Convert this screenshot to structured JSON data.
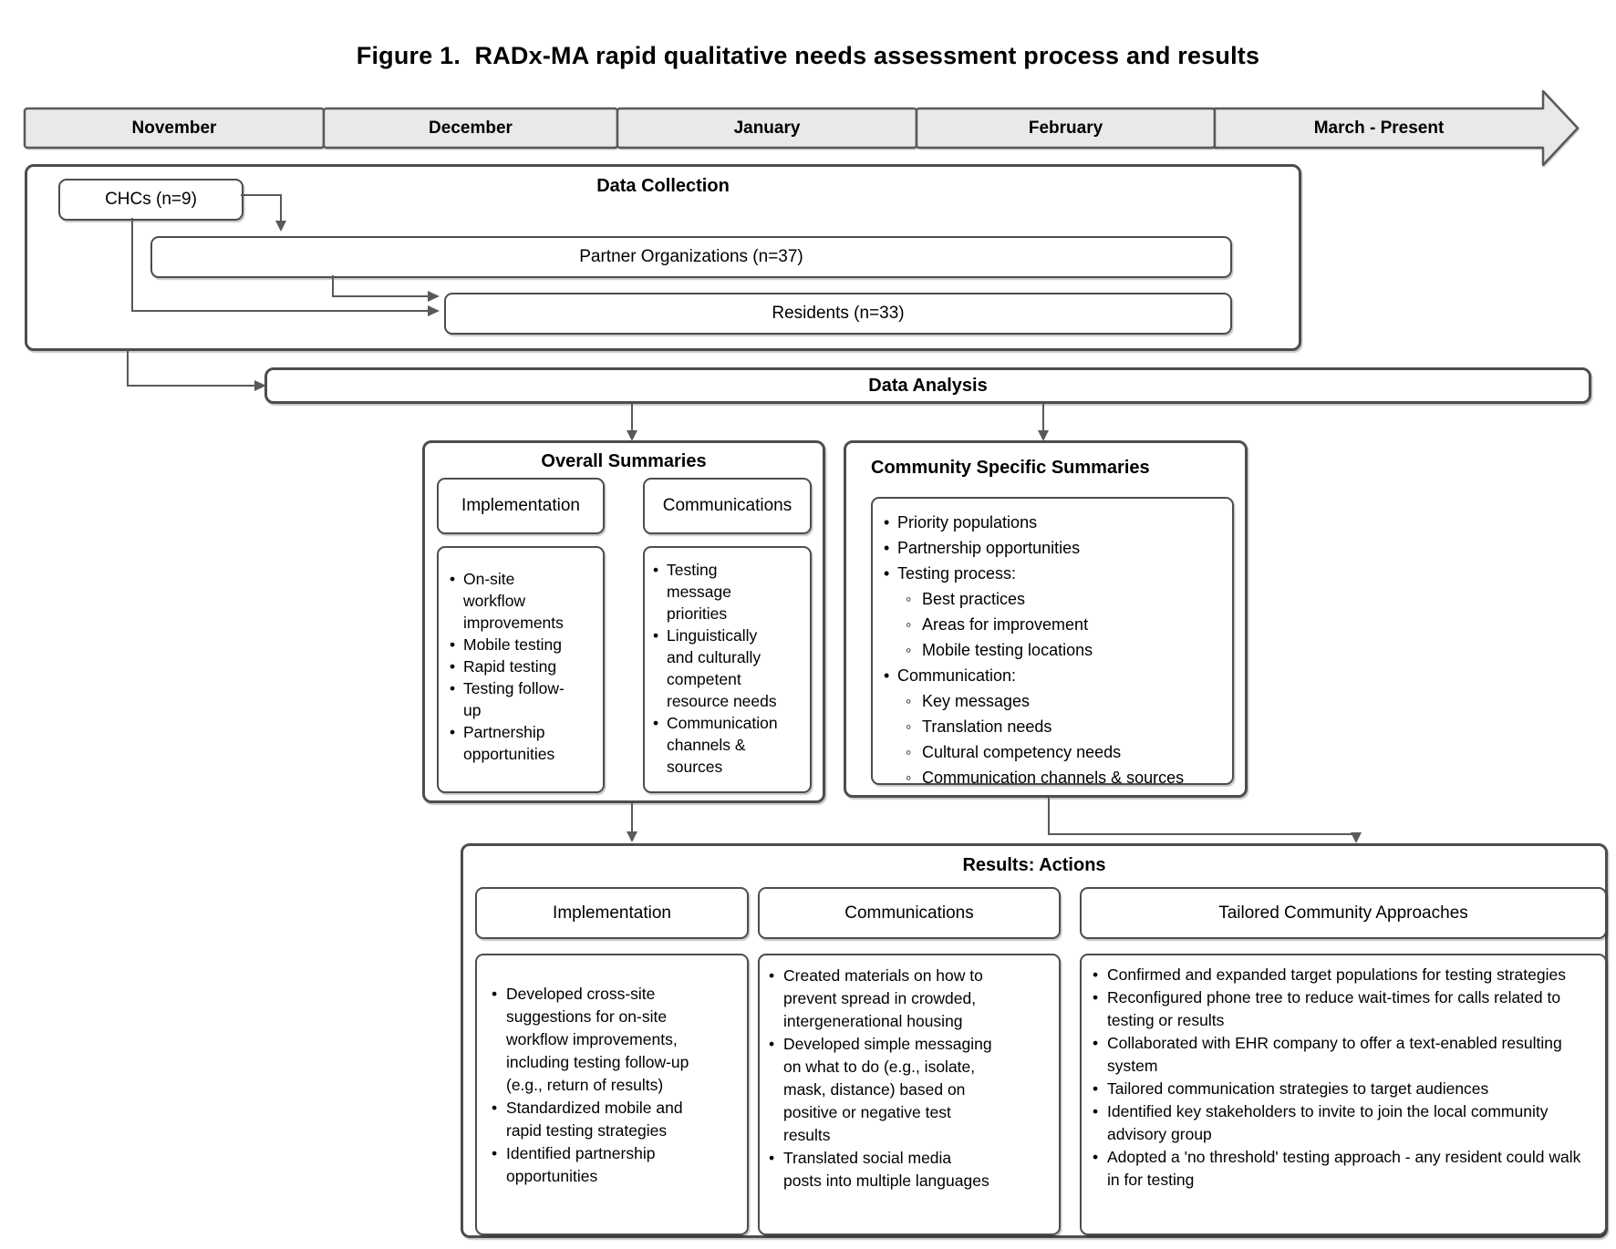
{
  "figure": {
    "title": "Figure 1.  RADx-MA rapid qualitative needs assessment process and results"
  },
  "timeline": {
    "months": [
      "November",
      "December",
      "January",
      "February",
      "March - Present"
    ]
  },
  "data_collection": {
    "title": "Data Collection",
    "chcs_label": "CHCs (n=9)",
    "partners_label": "Partner Organizations (n=37)",
    "residents_label": "Residents (n=33)"
  },
  "data_analysis": {
    "title": "Data Analysis"
  },
  "overall_summaries": {
    "title": "Overall Summaries",
    "implementation": {
      "header": "Implementation",
      "items": [
        "On-site workflow improvements",
        "Mobile testing",
        "Rapid testing",
        "Testing follow-up",
        "Partnership opportunities"
      ]
    },
    "communications": {
      "header": "Communications",
      "items": [
        "Testing message priorities",
        "Linguistically and culturally competent resource needs",
        "Communication channels & sources"
      ]
    }
  },
  "community_summaries": {
    "title": "Community Specific Summaries",
    "items": [
      {
        "text": "Priority populations",
        "level": 1
      },
      {
        "text": "Partnership opportunities",
        "level": 1
      },
      {
        "text": "Testing process:",
        "level": 1
      },
      {
        "text": "Best practices",
        "level": 2
      },
      {
        "text": "Areas for improvement",
        "level": 2
      },
      {
        "text": "Mobile testing locations",
        "level": 2
      },
      {
        "text": "Communication:",
        "level": 1
      },
      {
        "text": "Key messages",
        "level": 2
      },
      {
        "text": "Translation needs",
        "level": 2
      },
      {
        "text": "Cultural competency needs",
        "level": 2
      },
      {
        "text": "Communication channels & sources",
        "level": 2
      }
    ]
  },
  "results": {
    "title": "Results: Actions",
    "implementation": {
      "header": "Implementation",
      "items": [
        "Developed cross-site suggestions for on-site workflow improvements, including testing follow-up (e.g., return of results)",
        "Standardized mobile and rapid testing strategies",
        "Identified partnership opportunities"
      ]
    },
    "communications": {
      "header": "Communications",
      "items": [
        "Created materials on how to prevent spread in crowded, intergenerational housing",
        "Developed simple messaging on what to do (e.g., isolate, mask, distance) based on positive or negative test results",
        "Translated social media posts into multiple languages"
      ]
    },
    "tailored": {
      "header": "Tailored Community Approaches",
      "items": [
        "Confirmed and expanded target populations for testing strategies",
        "Reconfigured phone tree to reduce wait-times for calls related to testing or results",
        "Collaborated with EHR company to offer a text-enabled resulting system",
        "Tailored communication strategies to target audiences",
        "Identified key stakeholders to invite to join the local community advisory group",
        "Adopted a 'no threshold' testing approach - any resident could walk in for testing"
      ]
    }
  },
  "colors": {
    "box_border": "#4d4d4d",
    "connector": "#595959",
    "timeline_fill": "#e9e9e9",
    "background": "#ffffff",
    "text": "#000000"
  }
}
